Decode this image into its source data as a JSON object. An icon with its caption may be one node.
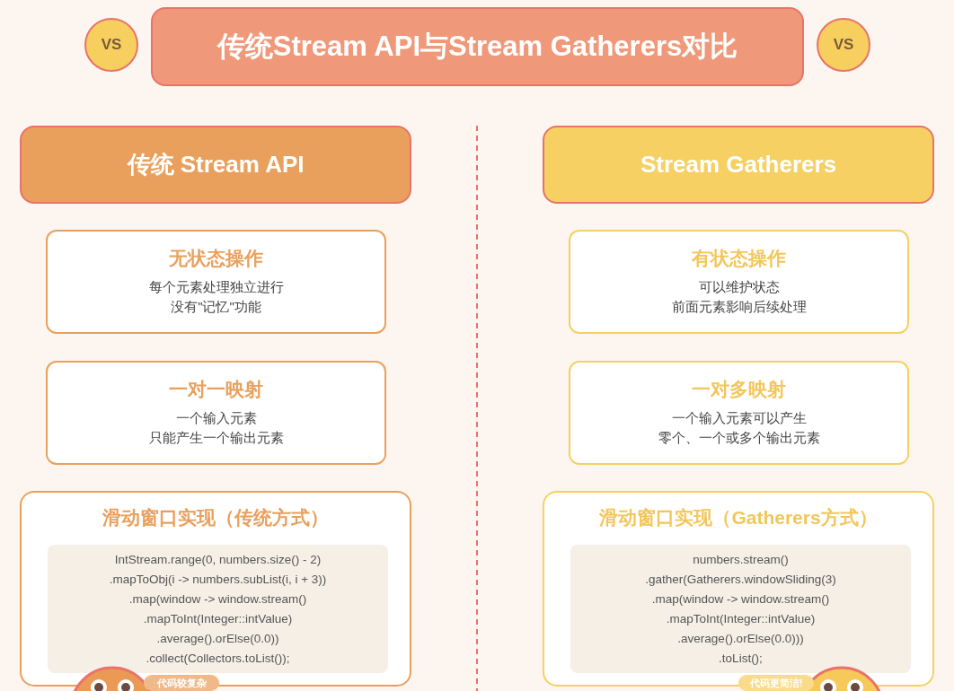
{
  "diagram": {
    "nodes": [
      {
        "text": [
          "传统Stream API与Stream Gatherers对比"
        ]
      },
      {
        "text": [
          "VS"
        ]
      },
      {
        "text": [
          "VS"
        ]
      },
      {
        "text": [
          "传统 Stream API"
        ]
      },
      {
        "text": [
          "Stream Gatherers"
        ]
      },
      {
        "text": [
          "无状态操作",
          "每个元素处理独立进行",
          "没有\"记忆\"功能"
        ]
      },
      {
        "text": [
          "有状态操作",
          "可以维护状态",
          "前面元素影响后续处理"
        ]
      },
      {
        "text": [
          "一对一映射",
          "一个输入元素",
          "只能产生一个输出元素"
        ]
      },
      {
        "text": [
          "一对多映射",
          "一个输入元素可以产生",
          "零个、一个或多个输出元素"
        ]
      },
      {
        "text": [
          "滑动窗口实现（传统方式）"
        ]
      },
      {
        "text": [
          "IntStream.range(0, numbers.size() - 2)",
          ".mapToObj(i -> numbers.subList(i, i + 3))",
          ".map(window -> window.stream()",
          ".mapToInt(Integer::intValue)",
          ".average().orElse(0.0))",
          ".collect(Collectors.toList());"
        ],
        "in": 9
      },
      {
        "text": [
          "滑动窗口实现（Gatherers方式）"
        ]
      },
      {
        "text": [
          "numbers.stream()",
          ".gather(Gatherers.windowSliding(3)",
          ".map(window -> window.stream()",
          ".mapToInt(Integer::intValue)",
          ".average().orElse(0.0)))",
          ".toList();"
        ],
        "in": 11
      },
      {
        "text": [
          "代码较复杂"
        ]
      },
      {
        "text": [
          "代码更简洁!"
        ]
      }
    ]
  }
}
